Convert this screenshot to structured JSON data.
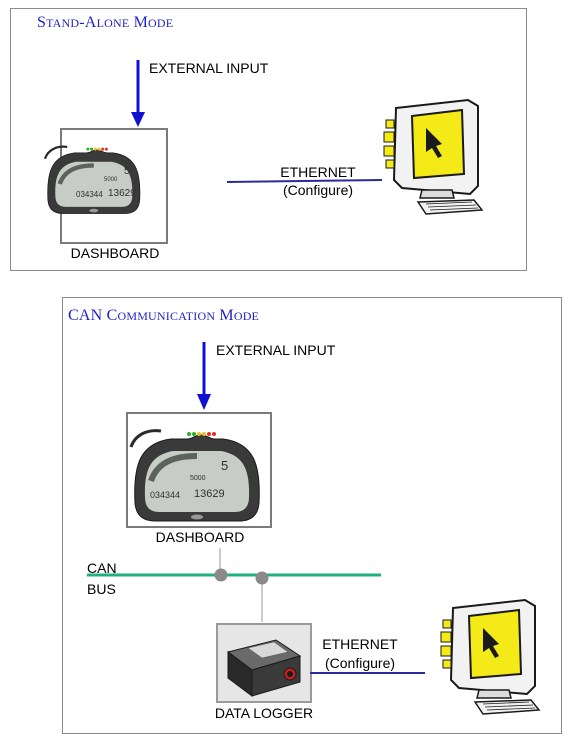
{
  "standalone": {
    "title_parts": [
      {
        "t": "S",
        "big": true
      },
      {
        "t": "TAND",
        "big": false
      },
      {
        "t": "-A",
        "big": true
      },
      {
        "t": "LONE",
        "big": false
      },
      {
        "t": " M",
        "big": true
      },
      {
        "t": "ODE",
        "big": false
      }
    ],
    "external_input": "EXTERNAL INPUT",
    "ethernet": "ETHERNET",
    "configure": "(Configure)",
    "dashboard": "DASHBOARD",
    "display_readings": {
      "top_number": "5",
      "mid_number": "5000",
      "bottom_left": "034344",
      "bottom_right": "13629"
    }
  },
  "can_mode": {
    "title_parts": [
      {
        "t": "CAN C",
        "big": true
      },
      {
        "t": "OMMUNICATION",
        "big": false
      },
      {
        "t": " M",
        "big": true
      },
      {
        "t": "ODE",
        "big": false
      }
    ],
    "external_input": "EXTERNAL INPUT",
    "dashboard": "DASHBOARD",
    "can_label_1": "CAN",
    "can_label_2": "BUS",
    "ethernet": "ETHERNET",
    "configure": "(Configure)",
    "data_logger": "DATA LOGGER",
    "display_readings": {
      "top_number": "5",
      "mid_number": "5000",
      "bottom_left": "034344",
      "bottom_right": "13629"
    }
  },
  "colors": {
    "arrow": "#1010d0",
    "ethernet_line": "#2a2a9a",
    "can_bus": "#20b080",
    "title": "#1f1fc8",
    "node": "#8a8a8a"
  }
}
